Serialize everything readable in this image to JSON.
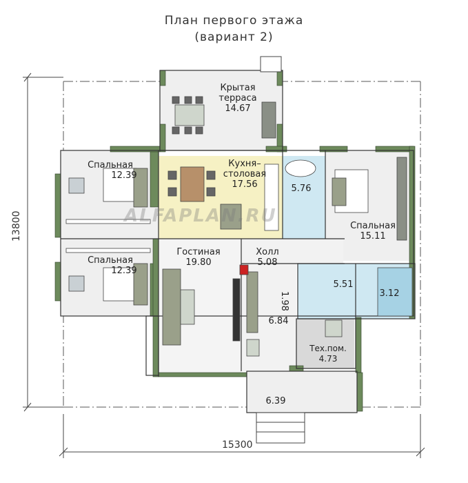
{
  "title": {
    "line1": "План первого этажа",
    "line2": "(вариант 2)"
  },
  "dimensions": {
    "width": "15300",
    "height": "13800"
  },
  "watermark": "ALFAPLAN.RU",
  "rooms": {
    "terrace": {
      "name1": "Крытая",
      "name2": "терраса",
      "area": "14.67"
    },
    "bedroom_top": {
      "name": "Спальная",
      "area": "12.39"
    },
    "bedroom_bottom": {
      "name": "Спальная",
      "area": "12.39"
    },
    "kitchen": {
      "name1": "Кухня–",
      "name2": "столовая",
      "area": "17.56"
    },
    "bath": {
      "area": "5.76"
    },
    "bedroom_right": {
      "name": "Спальная",
      "area": "15.11"
    },
    "living": {
      "name": "Гостиная",
      "area": "19.80"
    },
    "hall": {
      "name": "Холл",
      "area": "5.08"
    },
    "corridor_small": {
      "area": "1.98"
    },
    "bath2": {
      "area": "5.51"
    },
    "shower": {
      "area": "3.12"
    },
    "corridor": {
      "area": "6.84"
    },
    "tech": {
      "name": "Тех.пом.",
      "area": "4.73"
    },
    "porch": {
      "area": "6.39"
    }
  },
  "colors": {
    "wall_green": "#6d8a5c",
    "floor_grey": "#efefef",
    "kitchen_yellow": "#f6f1c4",
    "tech_grey": "#d9d9d9",
    "bath_blue": "#cfe8f2",
    "line": "#333333"
  }
}
